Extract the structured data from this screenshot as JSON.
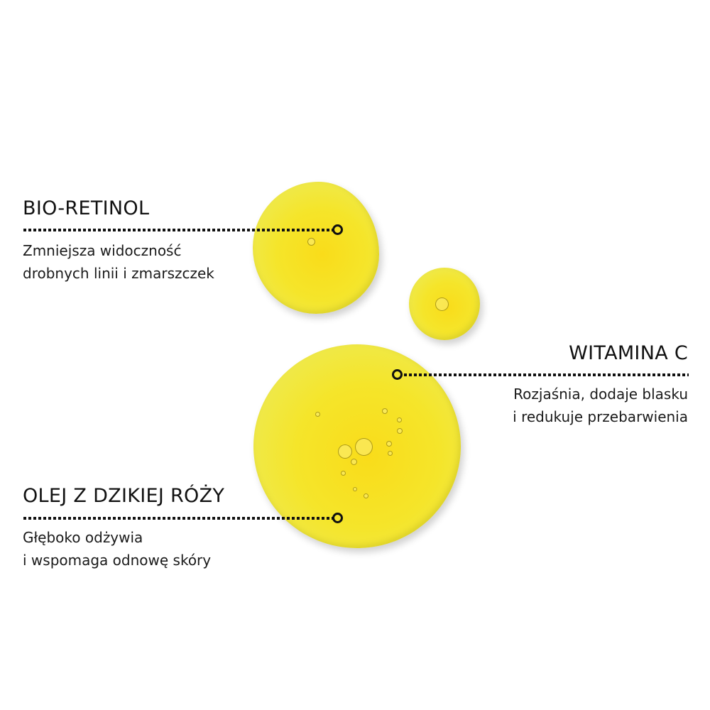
{
  "callouts": [
    {
      "title": "BIO-RETINOL",
      "description": [
        "Zmniejsza widoczność",
        "drobnych linii i zmarszczek"
      ]
    },
    {
      "title": "WITAMINA C",
      "description": [
        "Rozjaśnia, dodaje blasku",
        "i redukuje przebarwienia"
      ]
    },
    {
      "title": "OLEJ Z DZIKIEJ RÓŻY",
      "description": [
        "Głęboko odżywia",
        "i wspomaga odnowę skóry"
      ]
    }
  ],
  "colors": {
    "drop": "#f5e52a",
    "text": "#111111"
  }
}
